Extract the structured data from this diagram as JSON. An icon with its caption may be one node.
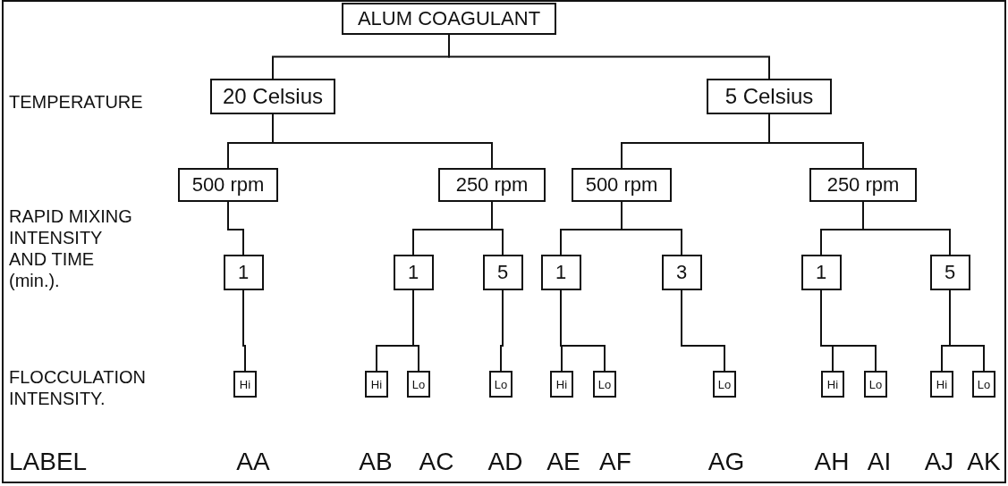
{
  "diagram": {
    "nodes": [
      {
        "text": [
          "ALUM COAGULANT"
        ]
      },
      {
        "text": [
          "20 Celsius"
        ]
      },
      {
        "text": [
          "5 Celsius"
        ]
      },
      {
        "text": [
          "500 rpm"
        ]
      },
      {
        "text": [
          "250 rpm"
        ]
      },
      {
        "text": [
          "500 rpm"
        ]
      },
      {
        "text": [
          "250 rpm"
        ]
      },
      {
        "text": [
          "1"
        ]
      },
      {
        "text": [
          "1"
        ]
      },
      {
        "text": [
          "5"
        ]
      },
      {
        "text": [
          "1"
        ]
      },
      {
        "text": [
          "3"
        ]
      },
      {
        "text": [
          "1"
        ]
      },
      {
        "text": [
          "5"
        ]
      },
      {
        "text": [
          "Hi"
        ]
      },
      {
        "text": [
          "Hi"
        ]
      },
      {
        "text": [
          "Lo"
        ]
      },
      {
        "text": [
          "Lo"
        ]
      },
      {
        "text": [
          "Hi"
        ]
      },
      {
        "text": [
          "Lo"
        ]
      },
      {
        "text": [
          "Lo"
        ]
      },
      {
        "text": [
          "Hi"
        ]
      },
      {
        "text": [
          "Lo"
        ]
      },
      {
        "text": [
          "Hi"
        ]
      },
      {
        "text": [
          "Lo"
        ]
      }
    ],
    "edges": [
      {
        "from": 0,
        "to": 1,
        "arrow": "none"
      },
      {
        "from": 0,
        "to": 2,
        "arrow": "none"
      },
      {
        "from": 1,
        "to": 3,
        "arrow": "none"
      },
      {
        "from": 1,
        "to": 4,
        "arrow": "none"
      },
      {
        "from": 2,
        "to": 5,
        "arrow": "none"
      },
      {
        "from": 2,
        "to": 6,
        "arrow": "none"
      },
      {
        "from": 3,
        "to": 7,
        "arrow": "none"
      },
      {
        "from": 4,
        "to": 8,
        "arrow": "none"
      },
      {
        "from": 4,
        "to": 9,
        "arrow": "none"
      },
      {
        "from": 5,
        "to": 10,
        "arrow": "none"
      },
      {
        "from": 5,
        "to": 11,
        "arrow": "none"
      },
      {
        "from": 6,
        "to": 12,
        "arrow": "none"
      },
      {
        "from": 6,
        "to": 13,
        "arrow": "none"
      },
      {
        "from": 7,
        "to": 14,
        "arrow": "none"
      },
      {
        "from": 8,
        "to": 15,
        "arrow": "none"
      },
      {
        "from": 8,
        "to": 16,
        "arrow": "none"
      },
      {
        "from": 9,
        "to": 17,
        "arrow": "none"
      },
      {
        "from": 10,
        "to": 18,
        "arrow": "none"
      },
      {
        "from": 10,
        "to": 19,
        "arrow": "none"
      },
      {
        "from": 11,
        "to": 20,
        "arrow": "none"
      },
      {
        "from": 12,
        "to": 21,
        "arrow": "none"
      },
      {
        "from": 12,
        "to": 22,
        "arrow": "none"
      },
      {
        "from": 13,
        "to": 23,
        "arrow": "none"
      },
      {
        "from": 13,
        "to": 24,
        "arrow": "none"
      }
    ],
    "labels": [
      "TEMPERATURE",
      "RAPID MIXING INTENSITY AND TIME (min.).",
      "FLOCCULATION INTENSITY.",
      "LABEL",
      "AA",
      "AB",
      "AC",
      "AD",
      "AE",
      "AF",
      "AG",
      "AH",
      "AI",
      "AJ",
      "AK"
    ]
  }
}
